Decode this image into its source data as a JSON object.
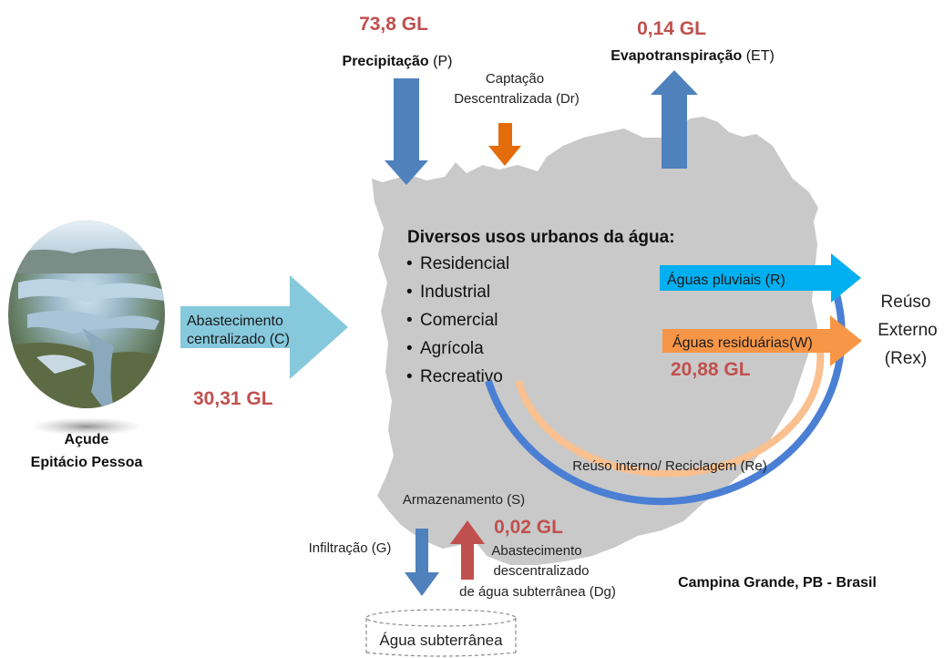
{
  "colors": {
    "map": "#c9c9c9",
    "blue_arrow": "#4f81bd",
    "orange_arrow": "#e46c0a",
    "red_arrow": "#c0504d",
    "value_text": "#c0504d",
    "light_blue_arrow": "#86c9dd",
    "cyan_arrow": "#00b0f0",
    "light_orange_arrow": "#f79646",
    "loop_blue": "#4a7fd4",
    "loop_peach": "#fac090"
  },
  "reservoir": {
    "name_line1": "Açude",
    "name_line2": "Epitácio Pessoa"
  },
  "city": {
    "label": "Campina Grande, PB - Brasil"
  },
  "precipitation": {
    "value": "73,8 GL",
    "label": "Precipitação",
    "abbr": " (P)"
  },
  "evapotranspiration": {
    "value": "0,14 GL",
    "label": "Evapotranspiração",
    "abbr": " (ET)"
  },
  "decentralized_capture": {
    "line1": "Captação",
    "line2": "Descentralizada (Dr)"
  },
  "centralized_supply": {
    "line1": "Abastecimento",
    "line2": "centralizado (C)",
    "value": "30,31 GL"
  },
  "urban_uses": {
    "title": "Diversos usos urbanos da água:",
    "bullet": "•",
    "items": [
      "Residencial",
      "Industrial",
      "Comercial",
      "Agrícola",
      "Recreativo"
    ]
  },
  "stormwater": {
    "label": "Águas pluviais  (R)"
  },
  "wastewater": {
    "label": "Águas residuárias(W)",
    "value": "20,88 GL"
  },
  "external_reuse": {
    "line1": "Reúso",
    "line2": "Externo",
    "line3": "(Rex)"
  },
  "internal_reuse": {
    "label": "Reúso interno/  Reciclagem  (Re)"
  },
  "storage": {
    "label": "Armazenamento (S)"
  },
  "infiltration": {
    "label": "Infiltração (G)"
  },
  "groundwater_supply": {
    "value": "0,02 GL",
    "line1": "Abastecimento",
    "line2": "descentralizado",
    "line3": "de água subterrânea (Dg)"
  },
  "groundwater": {
    "label": "Água subterrânea"
  }
}
